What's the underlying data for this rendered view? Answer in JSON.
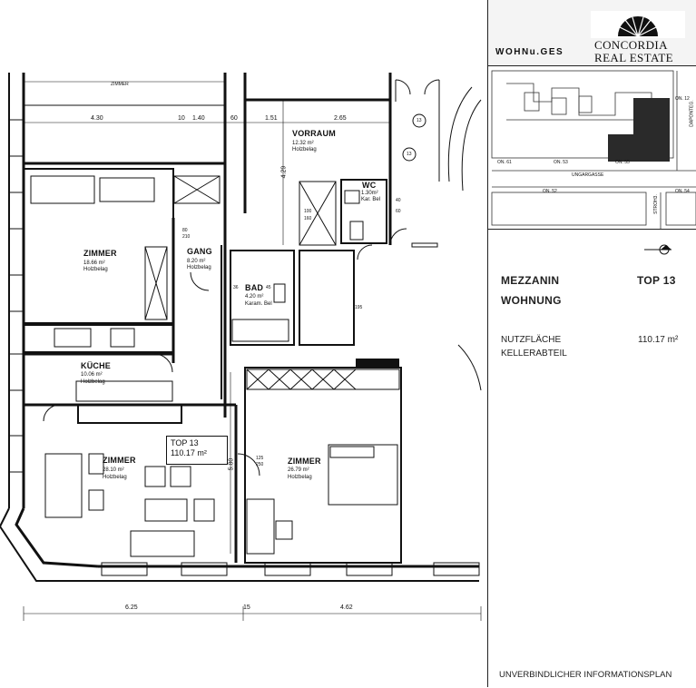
{
  "plan": {
    "rooms": {
      "zimmer1": {
        "name": "ZIMMER",
        "area": "18.66 m²",
        "floor": "Holzbelag"
      },
      "gang": {
        "name": "GANG",
        "area": "8.20 m²",
        "floor": "Holzbelag"
      },
      "vorraum": {
        "name": "VORRAUM",
        "area": "12.32 m²",
        "floor": "Holzbelag"
      },
      "wc": {
        "name": "WC",
        "area": "1.30m²",
        "floor": "Kar. Bel"
      },
      "bad": {
        "name": "BAD",
        "area": "4.20 m²",
        "floor": "Karam. Bel"
      },
      "kueche": {
        "name": "KÜCHE",
        "area": "10.06 m²",
        "floor": "Holzbelag"
      },
      "zimmer2": {
        "name": "ZIMMER",
        "area": "28.10 m²",
        "floor": "Holzbelag"
      },
      "zimmer3": {
        "name": "ZIMMER",
        "area": "26.79 m²",
        "floor": "Holzbelag"
      }
    },
    "top_label": {
      "title": "TOP 13",
      "area": "110.17 m²"
    },
    "dims_top": [
      "4.30",
      "10",
      "1.40",
      "60",
      "1.51",
      "2.65"
    ],
    "dims_bottom": [
      "6.25",
      "15",
      "4.62"
    ],
    "dims_vertical": [
      "4.29",
      "5.80"
    ],
    "door_marks": [
      "80",
      "210",
      "125",
      "250",
      "60",
      "100",
      "160",
      "40",
      "36",
      "45",
      "195"
    ],
    "stair_marks": [
      "13",
      "13"
    ],
    "zimmer_top_label": "ZIMMER"
  },
  "panel": {
    "header_text": "WOHNu.GES",
    "logo_line1": "CONCORDIA",
    "logo_line2": "REAL ESTATE",
    "map": {
      "street_main": "UNGARGASSE",
      "street_side1": "DAPONTEG.",
      "street_side2": "STROH3.",
      "plot_labels": [
        "ON. 61",
        "ON. 53",
        "ON. 55",
        "ON. 52",
        "ON. 54",
        "ON. 12"
      ]
    },
    "floor_label": "MEZZANIN",
    "unit_type": "WOHNUNG",
    "unit_id": "TOP 13",
    "usable_label": "NUTZFLÄCHE",
    "cellar_label": "KELLERABTEIL",
    "usable_value": "110.17 m²",
    "footer": "UNVERBINDLICHER INFORMATIONSPLAN"
  },
  "colors": {
    "ink": "#111111",
    "panel_border": "#222222",
    "dark_block": "#2a2a2a"
  }
}
